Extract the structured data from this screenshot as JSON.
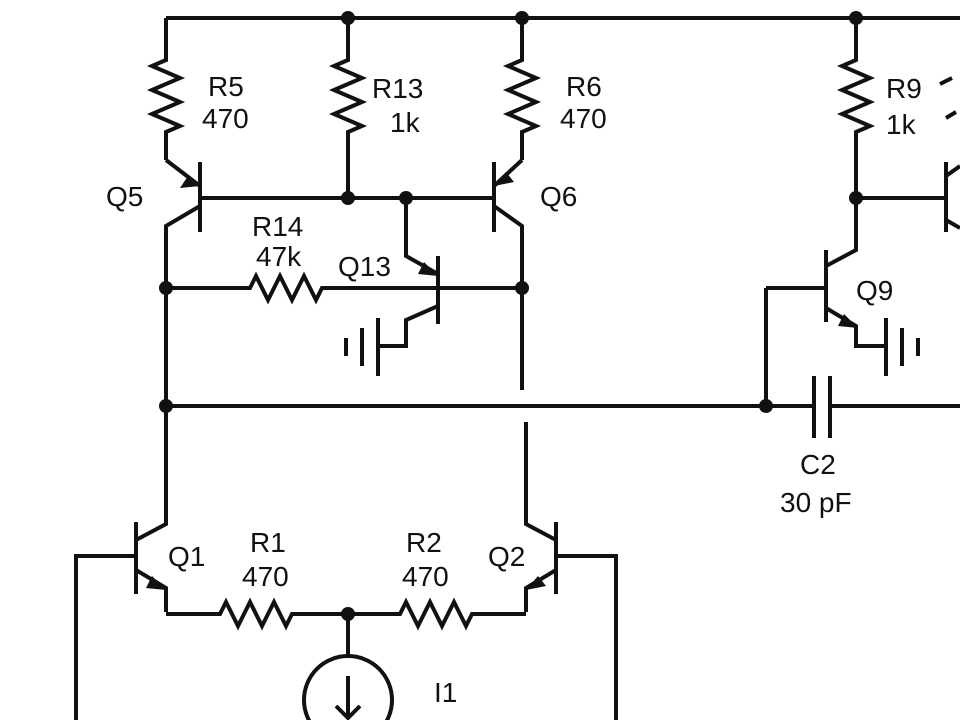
{
  "components": {
    "r5": {
      "ref": "R5",
      "value": "470"
    },
    "r13": {
      "ref": "R13",
      "value": "1k"
    },
    "r6": {
      "ref": "R6",
      "value": "470"
    },
    "r9": {
      "ref": "R9",
      "value": "1k"
    },
    "r14": {
      "ref": "R14",
      "value": "47k"
    },
    "r1": {
      "ref": "R1",
      "value": "470"
    },
    "r2": {
      "ref": "R2",
      "value": "470"
    },
    "c2": {
      "ref": "C2",
      "value": "30 pF"
    },
    "q5": {
      "ref": "Q5"
    },
    "q6": {
      "ref": "Q6"
    },
    "q13": {
      "ref": "Q13"
    },
    "q9": {
      "ref": "Q9"
    },
    "q1": {
      "ref": "Q1"
    },
    "q2": {
      "ref": "Q2"
    },
    "i1": {
      "ref": "I1"
    }
  },
  "colors": {
    "ink": "#111111",
    "background": "#ffffff"
  }
}
